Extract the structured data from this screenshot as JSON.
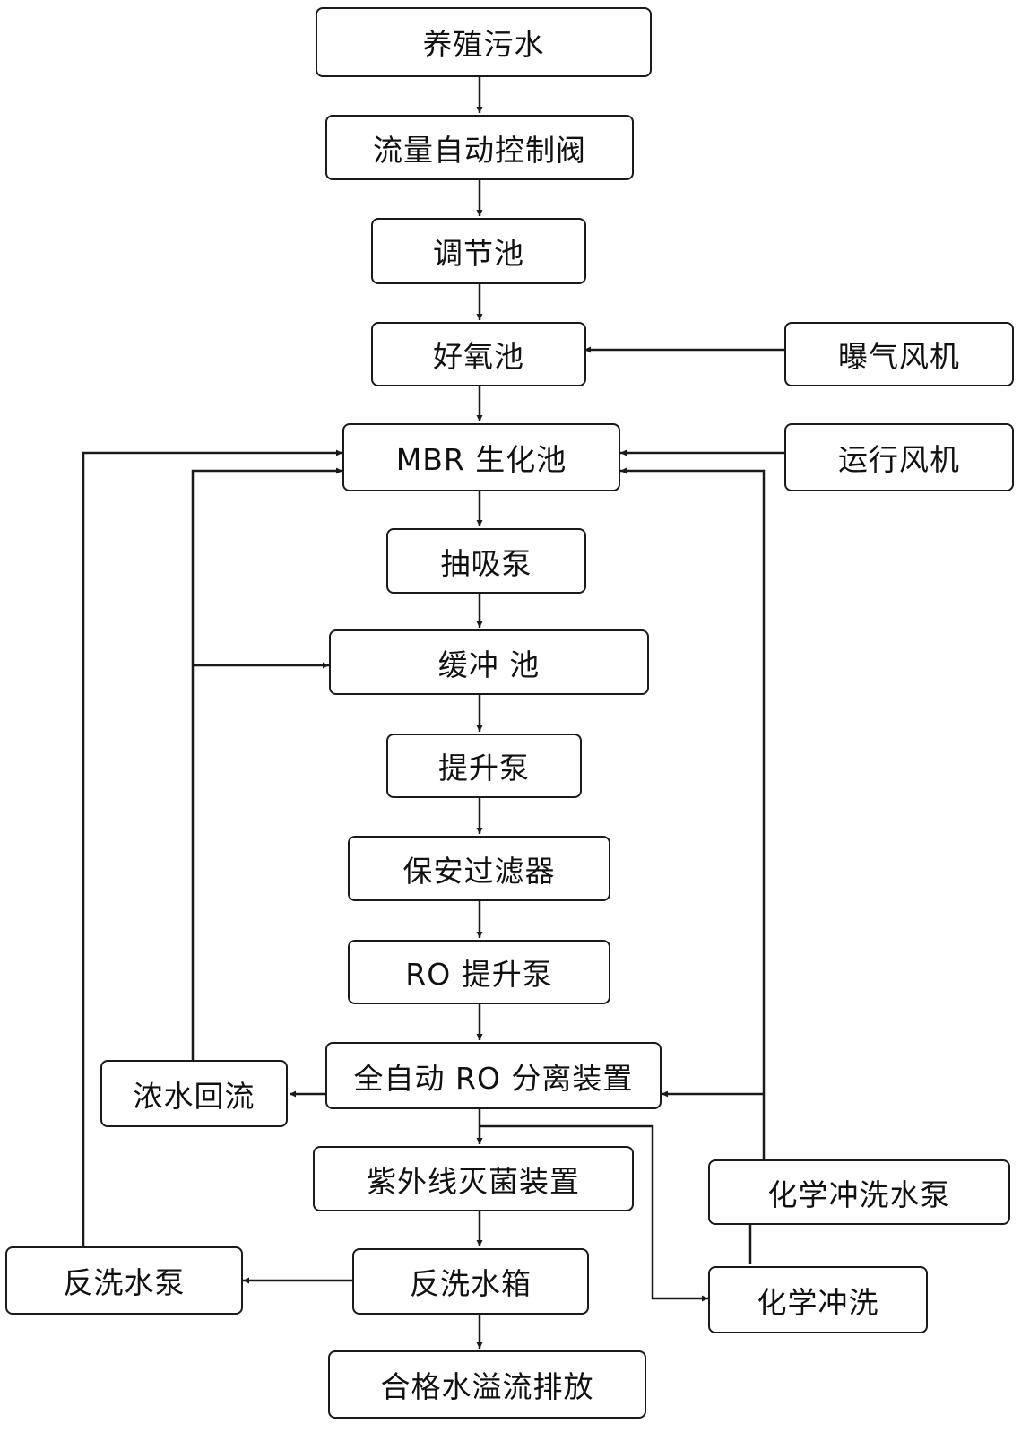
{
  "nodes": {
    "wastewater": "养殖污水",
    "flow_valve": "流量自动控制阀",
    "regulating_tank": "调节池",
    "aerobic_tank": "好氧池",
    "aeration_blower": "曝气风机",
    "mbr_tank": "MBR 生化池",
    "operating_blower": "运行风机",
    "suction_pump": "抽吸泵",
    "buffer_tank": "缓冲 池",
    "lift_pump": "提升泵",
    "security_filter": "保安过滤器",
    "ro_lift_pump": "RO 提升泵",
    "concentrate_return": "浓水回流",
    "ro_separator": "全自动 RO 分离装置",
    "uv_sterilizer": "紫外线灭菌装置",
    "chem_wash_pump": "化学冲洗水泵",
    "backwash_pump": "反洗水泵",
    "backwash_tank": "反洗水箱",
    "chem_wash": "化学冲洗",
    "discharge": "合格水溢流排放"
  }
}
